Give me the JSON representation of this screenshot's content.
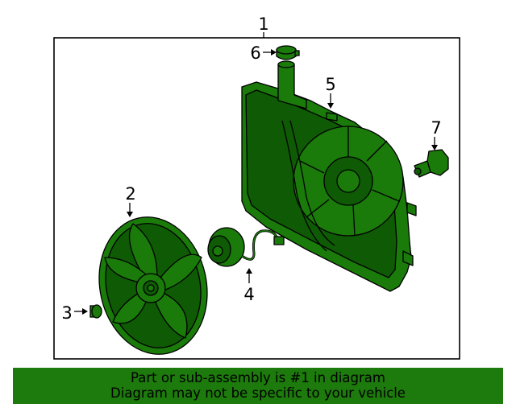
{
  "diagram": {
    "colors": {
      "part_fill": "#1a7a0a",
      "part_fill_dark": "#0f5a05",
      "outline": "#000000",
      "banner": "#1d7a0c"
    },
    "callouts": [
      "1",
      "2",
      "3",
      "4",
      "5",
      "6",
      "7"
    ]
  },
  "banner": {
    "line1": "Part or sub-assembly is #1 in diagram",
    "line2": "Diagram may not be specific to your vehicle"
  }
}
